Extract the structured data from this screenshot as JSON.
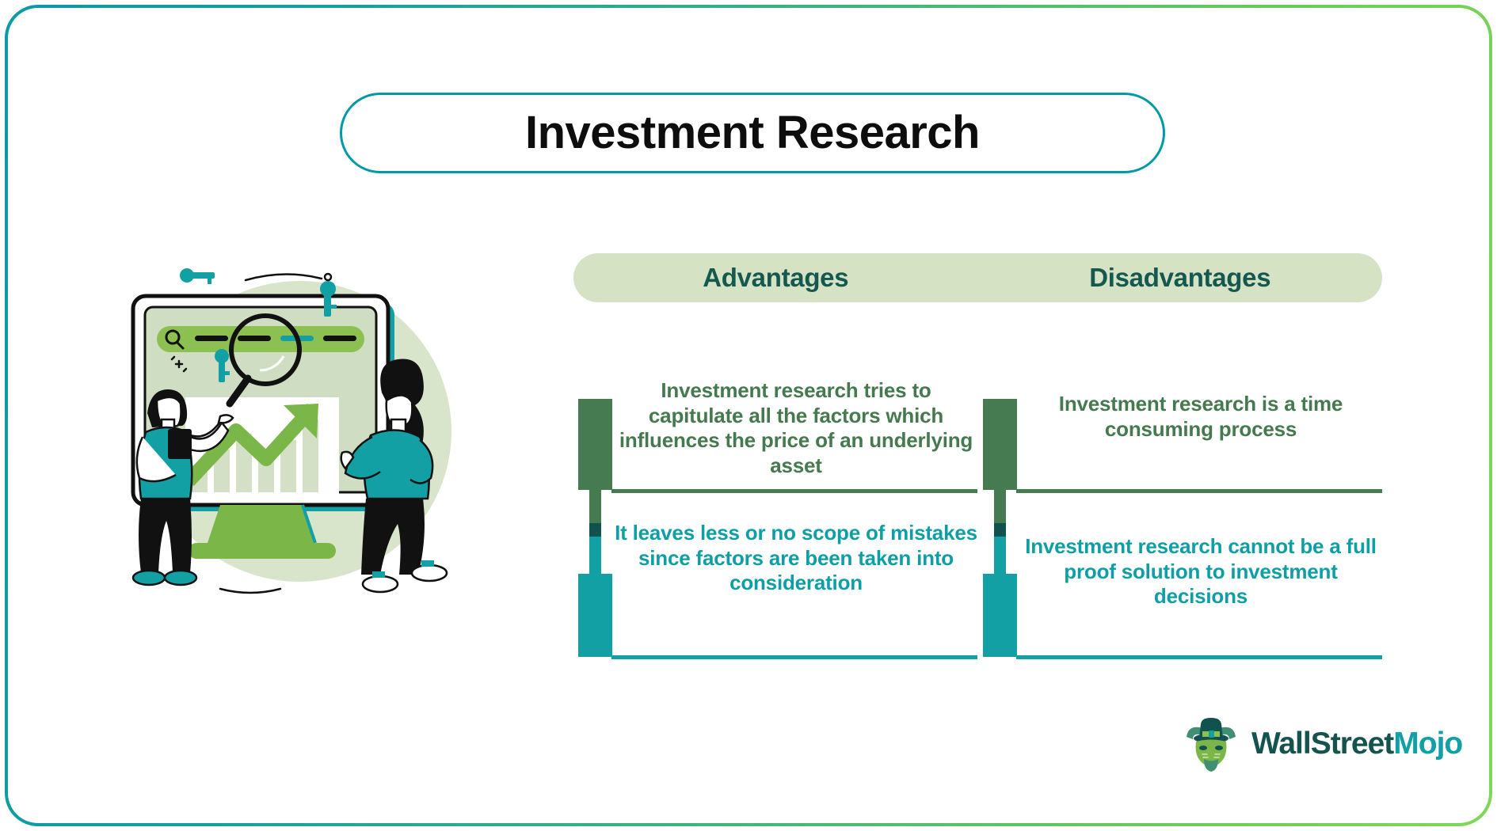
{
  "page": {
    "title": "Investment Research",
    "border_gradient_from": "#0a9aa8",
    "border_gradient_to": "#7ed957"
  },
  "columns": {
    "header_pill_color": "#d5e3c4",
    "header_text_color": "#14584f",
    "advantages_label": "Advantages",
    "disadvantages_label": "Disadvantages"
  },
  "advantages": {
    "items": [
      {
        "text": "Investment research tries to capitulate all the factors which influences the price of an underlying asset",
        "color": "#457a4f",
        "accent": "green"
      },
      {
        "text": "It leaves less or no scope of mistakes since factors are been taken into consideration",
        "color": "#0e9fa5",
        "accent": "teal"
      }
    ]
  },
  "disadvantages": {
    "items": [
      {
        "text": "Investment research is a time consuming process",
        "color": "#457a4f",
        "accent": "green"
      },
      {
        "text": "Investment research cannot be a full proof solution to investment decisions",
        "color": "#0e9fa5",
        "accent": "teal"
      }
    ]
  },
  "illustration": {
    "name": "people-analyzing-data-on-screen",
    "description": "Two people beside a large monitor showing a search bar, a magnifying glass and a rising green arrow over a bar chart, with key icons floating around",
    "colors": {
      "backdrop": "#d7e4c9",
      "screen_fill": "#cfdec2",
      "search_bar": "#8cc152",
      "accent_green": "#7ab648",
      "accent_teal": "#12a0a4",
      "outline": "#111111"
    }
  },
  "logo": {
    "word_part_1": "WallStreet",
    "word_part_2": "Mojo",
    "color_1": "#15544e",
    "color_2": "#10a0a6",
    "mark": "bull-with-top-hat-icon"
  }
}
